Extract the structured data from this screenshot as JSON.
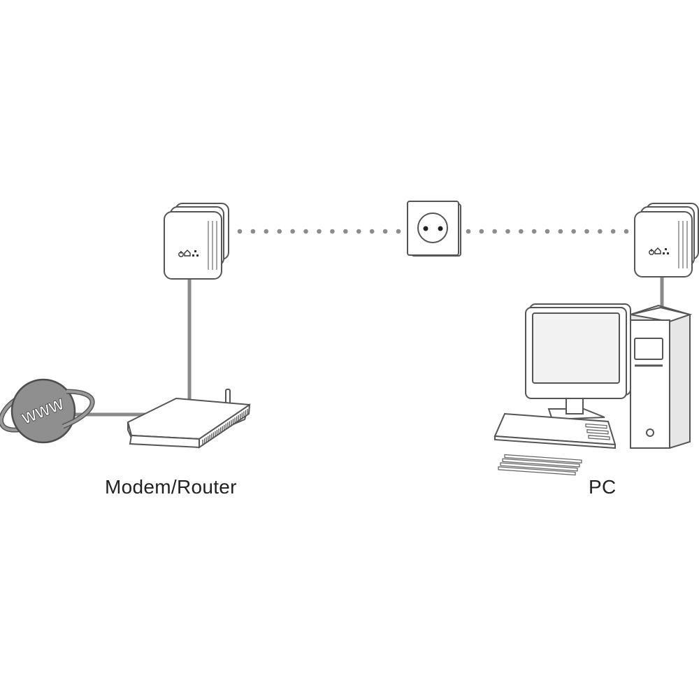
{
  "labels": {
    "left": "Modem/Router",
    "right": "PC"
  },
  "globe_text": "WWW",
  "adapter_indicators": [
    "power-icon",
    "home-icon",
    "network-icon"
  ],
  "colors": {
    "line": "#555555",
    "cable": "#8a8a8a",
    "dots": "#8c8c8c",
    "globe": "#8f8f8f",
    "device_fill": "#ffffff",
    "screen_fill": "#f2f2f2",
    "tower_side": "#e6e6e6"
  }
}
